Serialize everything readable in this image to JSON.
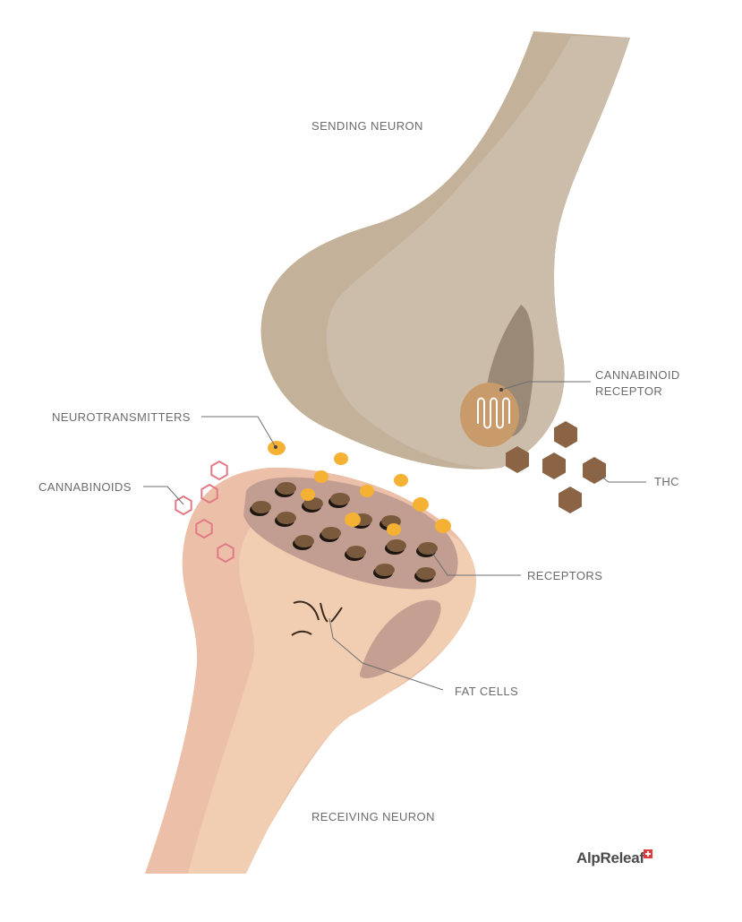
{
  "labels": {
    "sending_neuron": "SENDING NEURON",
    "cannabinoid_receptor_line1": "CANNABINOID",
    "cannabinoid_receptor_line2": "RECEPTOR",
    "neurotransmitters": "NEUROTRANSMITTERS",
    "cannabinoids": "CANNABINOIDS",
    "thc": "THC",
    "receptors": "RECEPTORS",
    "fat_cells": "FAT CELLS",
    "receiving_neuron": "RECEIVING NEURON"
  },
  "logo": {
    "text": "AlpReleaf",
    "badge_icon": "swiss-cross-icon"
  },
  "colors": {
    "sending_dark": "#c4b199",
    "sending_light": "#cbbdaa",
    "sending_inner": "#9b8977",
    "receptor_body": "#c99a6a",
    "receiving_dark": "#ecbfa8",
    "receiving_light": "#f1cdb2",
    "receiving_edge": "#f0c4a6",
    "receptor_field": "#c19e91",
    "receptor_dot": "#7a5a3d",
    "neurotransmitter": "#f5b134",
    "cannabinoid": "#e07a86",
    "thc": "#8a6445",
    "logo_badge": "#e2393b"
  }
}
